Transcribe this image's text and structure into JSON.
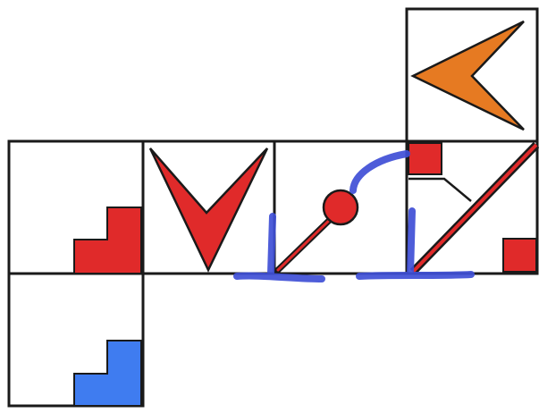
{
  "colors": {
    "red": "#e02a2a",
    "orange": "#e67a22",
    "blue": "#3f7cf0",
    "ink": "#1a1a1a",
    "marker": "#3f4fd6",
    "paper": "#ffffff"
  },
  "net": {
    "cells": [
      {
        "id": "top-right",
        "content": "orange-chevron-left"
      },
      {
        "id": "row2-col1",
        "content": "red-staircase"
      },
      {
        "id": "row2-col2",
        "content": "red-v-chevron"
      },
      {
        "id": "row2-col3",
        "content": "diagonal-rod-with-ball"
      },
      {
        "id": "row2-col4",
        "content": "square-triangle-diagonal-square"
      },
      {
        "id": "row3-col1",
        "content": "blue-staircase"
      }
    ]
  },
  "annotations": [
    {
      "id": "marker-left",
      "kind": "hand-drawn-corner",
      "color": "marker"
    },
    {
      "id": "marker-arc",
      "kind": "hand-drawn-arc",
      "color": "marker"
    },
    {
      "id": "marker-right",
      "kind": "hand-drawn-corner",
      "color": "marker"
    }
  ]
}
